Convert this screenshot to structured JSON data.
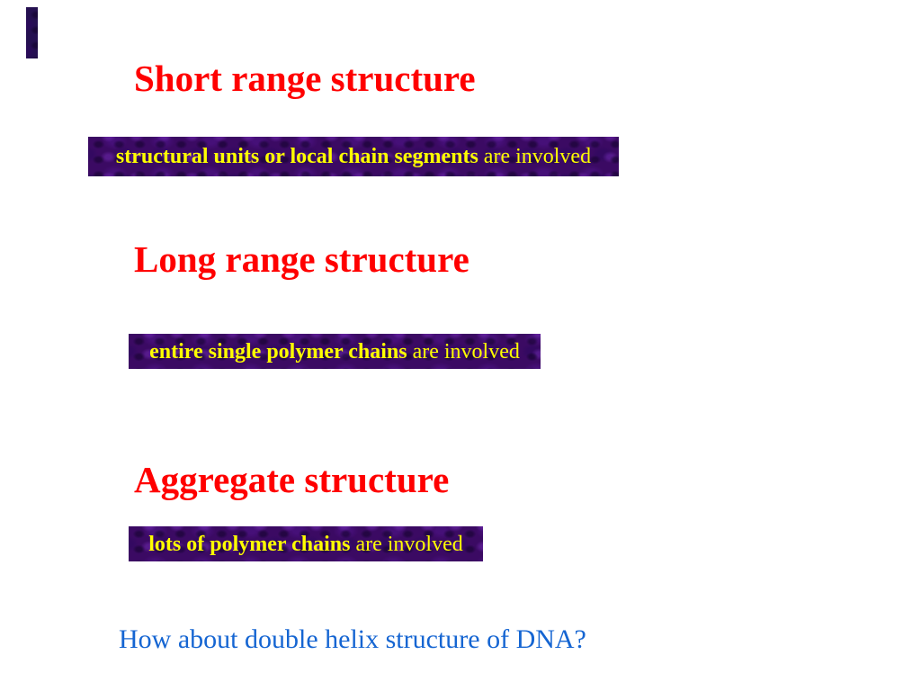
{
  "slide": {
    "headings": [
      {
        "label": "Short range structure"
      },
      {
        "label": "Long range structure"
      },
      {
        "label": "Aggregate structure"
      }
    ],
    "banners": [
      {
        "bold": "structural units or local chain segments",
        "rest": " are involved"
      },
      {
        "bold": "entire single polymer chains",
        "rest": " are involved"
      },
      {
        "bold": "lots of polymer chains",
        "rest": " are involved"
      }
    ],
    "question": "How about double helix structure of DNA?",
    "colors": {
      "heading_red": "#ff0000",
      "banner_purple": "#3b0a63",
      "banner_yellow": "#ffff00",
      "question_blue": "#1565d2",
      "accent_bar": "#251050"
    }
  }
}
